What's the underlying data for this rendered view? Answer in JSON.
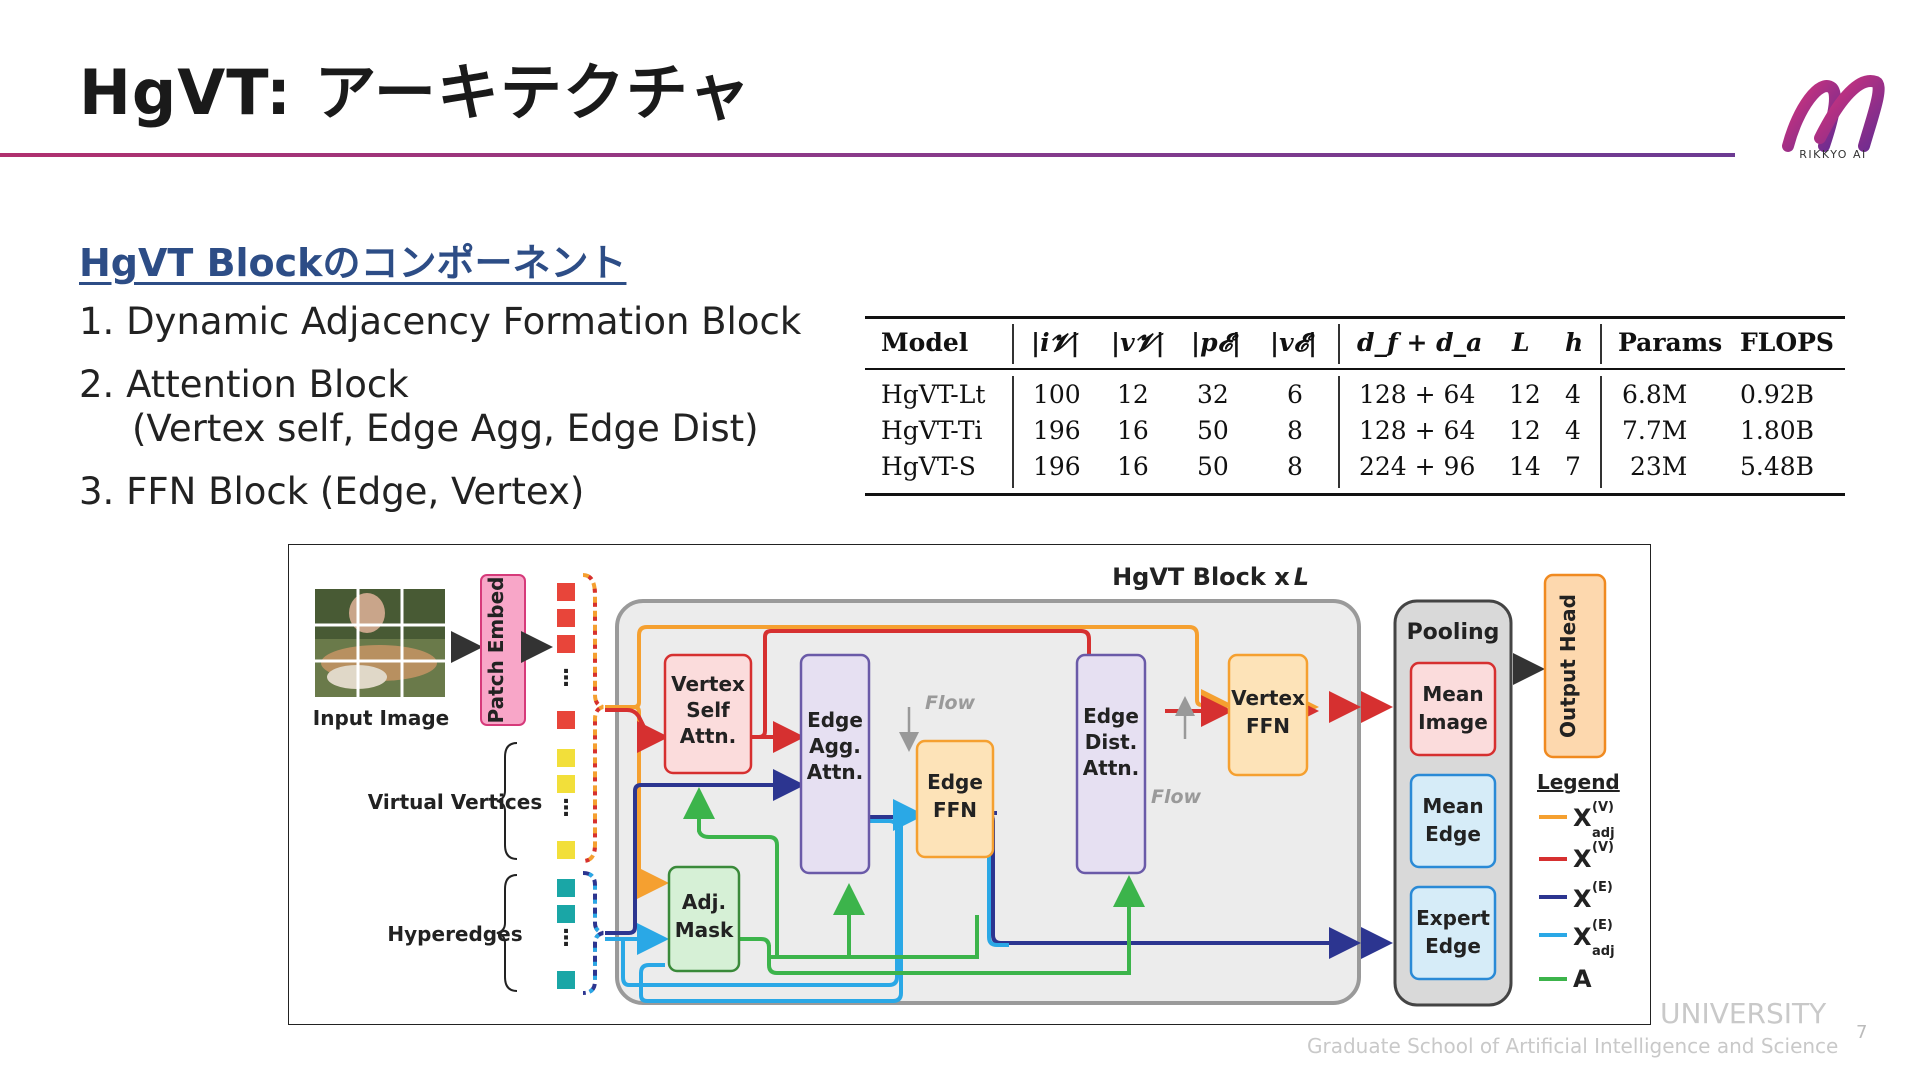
{
  "slide": {
    "title": "HgVT: アーキテクチャ",
    "logo_text": "RIKKYO AI",
    "subtitle": "HgVT Blockのコンポーネント",
    "items": [
      "1. Dynamic Adjacency Formation Block",
      "2. Attention Block",
      "(Vertex self, Edge Agg, Edge Dist)",
      "3. FFN Block (Edge, Vertex)"
    ],
    "footer_university": "UNIVERSITY",
    "footer_school": "Graduate School of Artificial Intelligence and Science",
    "page_number": "7"
  },
  "table": {
    "headers": [
      "Model",
      "|i𝓥|",
      "|v𝓥|",
      "|p𝓔|",
      "|v𝓔|",
      "d_f + d_a",
      "L",
      "h",
      "Params",
      "FLOPS"
    ],
    "rows": [
      [
        "HgVT-Lt",
        "100",
        "12",
        "32",
        "6",
        "128 + 64",
        "12",
        "4",
        "6.8M",
        "0.92B"
      ],
      [
        "HgVT-Ti",
        "196",
        "16",
        "50",
        "8",
        "128 + 64",
        "12",
        "4",
        "7.7M",
        "1.80B"
      ],
      [
        "HgVT-S",
        "196",
        "16",
        "50",
        "8",
        "224 + 96",
        "14",
        "7",
        "23M",
        "5.48B"
      ]
    ]
  },
  "diagram": {
    "block_title": "HgVT Block x",
    "block_title_L": "L",
    "input_image_label": "Input Image",
    "patch_embed": "Patch Embed",
    "virtual_vertices": "Virtual Vertices",
    "hyperedges": "Hyperedges",
    "vertex_self_attn": [
      "Vertex",
      "Self",
      "Attn."
    ],
    "edge_agg_attn": [
      "Edge",
      "Agg.",
      "Attn."
    ],
    "edge_ffn": [
      "Edge",
      "FFN"
    ],
    "edge_dist_attn": [
      "Edge",
      "Dist.",
      "Attn."
    ],
    "vertex_ffn": [
      "Vertex",
      "FFN"
    ],
    "adj_mask": [
      "Adj.",
      "Mask"
    ],
    "flow_label": "Flow",
    "pooling": "Pooling",
    "mean_image": [
      "Mean",
      "Image"
    ],
    "mean_edge": [
      "Mean",
      "Edge"
    ],
    "expert_edge": [
      "Expert",
      "Edge"
    ],
    "output_head": "Output Head",
    "legend_title": "Legend",
    "legend": [
      {
        "base": "X",
        "sup": "(V)",
        "sub": "adj",
        "color": "#f5a030"
      },
      {
        "base": "X",
        "sup": "(V)",
        "sub": "",
        "color": "#d63030"
      },
      {
        "base": "X",
        "sup": "(E)",
        "sub": "",
        "color": "#2c3590"
      },
      {
        "base": "X",
        "sup": "(E)",
        "sub": "adj",
        "color": "#2aa8e6"
      },
      {
        "base": "A",
        "sup": "",
        "sub": "",
        "color": "#3cb44b"
      }
    ],
    "colors": {
      "orange": "#f5a030",
      "red": "#d63030",
      "navy": "#2c3590",
      "cyan": "#2aa8e6",
      "green": "#3cb44b"
    }
  }
}
